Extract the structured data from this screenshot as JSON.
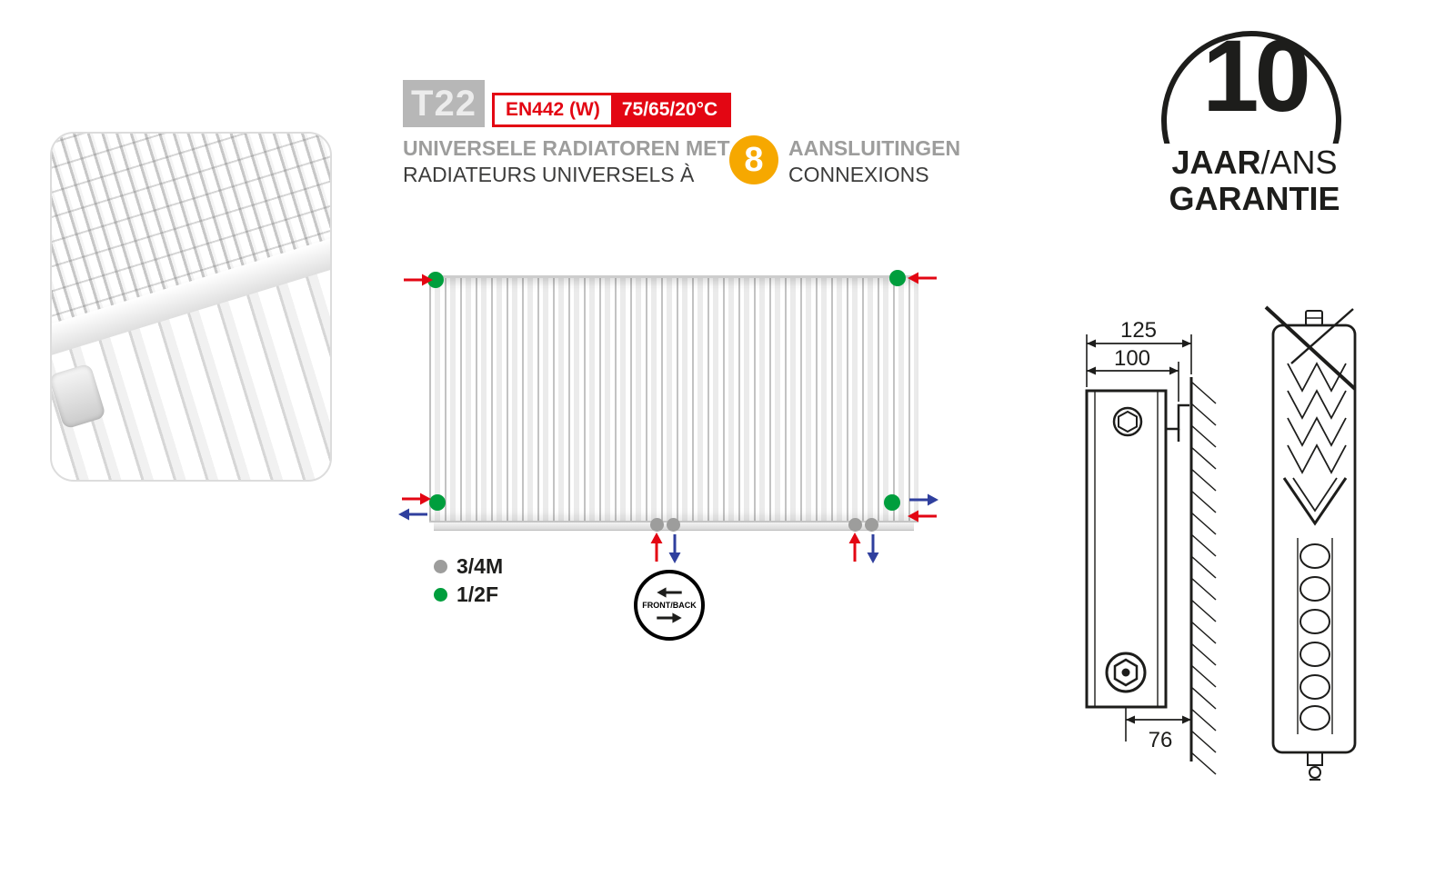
{
  "product": {
    "type_code": "T22",
    "norm_label": "EN442 (W)",
    "temperature_label": "75/65/20°C",
    "title_line1": "UNIVERSELE RADIATOREN MET",
    "title_line2": "RADIATEURS UNIVERSELS À",
    "connections_count": "8",
    "connections_line1": "AANSLUITINGEN",
    "connections_line2": "CONNEXIONS"
  },
  "legend": {
    "items": [
      {
        "label": "3/4M",
        "color": "#9d9d9c"
      },
      {
        "label": "1/2F",
        "color": "#009e3d"
      }
    ]
  },
  "diagram": {
    "front_back_label": "FRONT/BACK"
  },
  "warranty": {
    "years": "10",
    "line1_bold": "JAAR",
    "line1_rest": "/ANS",
    "line2": "GARANTIE"
  },
  "tech_drawing": {
    "dim_depth_with_wall": "125",
    "dim_depth_panel": "100",
    "dim_bottom_connection": "76"
  },
  "colors": {
    "red": "#e30613",
    "blue": "#2f3f9e",
    "green": "#009e3d",
    "gray": "#9d9d9c",
    "yellow": "#f6a800",
    "ink": "#1d1d1b"
  }
}
